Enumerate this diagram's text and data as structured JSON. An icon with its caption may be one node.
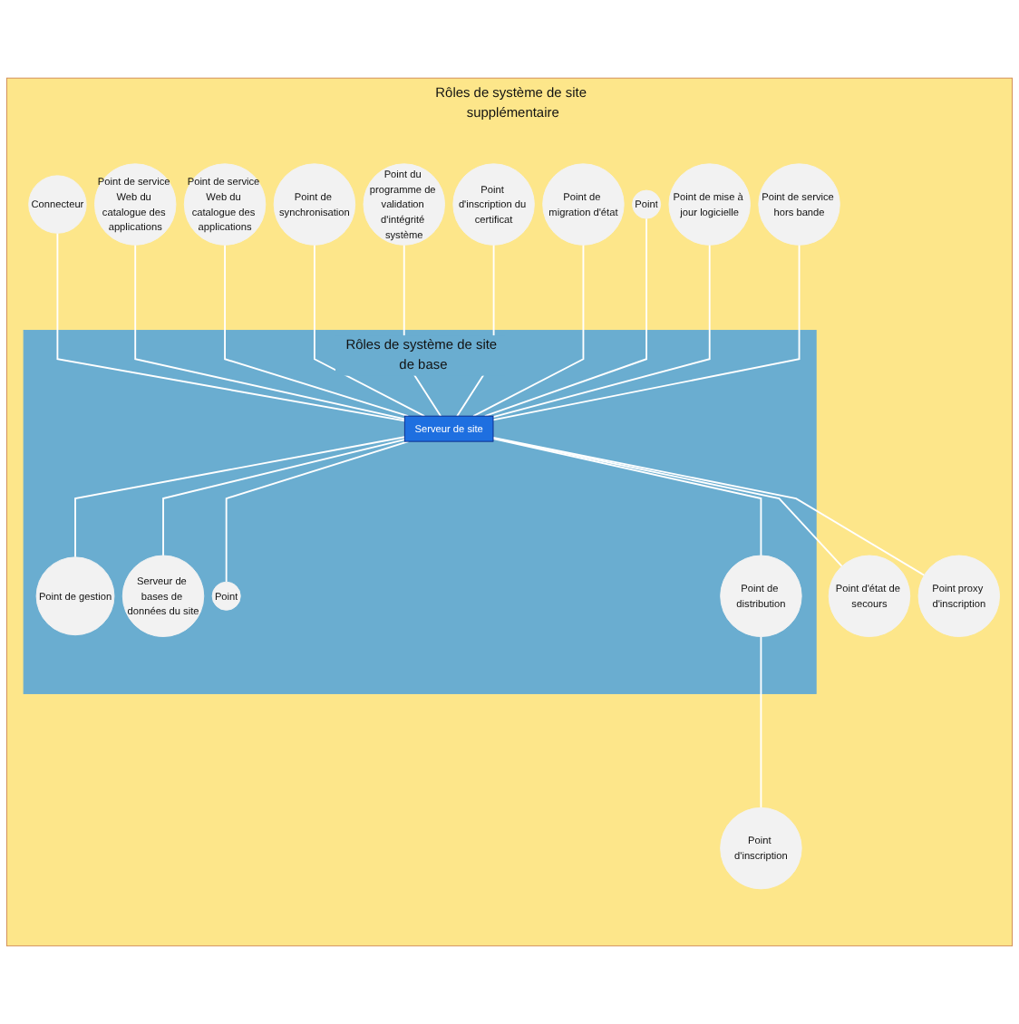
{
  "diagram": {
    "nodes": [
      {
        "text": [
          "Rôles de système de site supplémentaire"
        ]
      },
      {
        "text": [
          "Connecteur"
        ],
        "in": 0
      },
      {
        "text": [
          "Point de service Web du catalogue des applications"
        ],
        "in": 0
      },
      {
        "text": [
          "Point de service Web du catalogue des applications"
        ],
        "in": 0
      },
      {
        "text": [
          "Rôles de système de site de base"
        ],
        "in": 0
      },
      {
        "text": [
          "Point de synchronisation"
        ],
        "in": 0
      },
      {
        "text": [
          "Point du programme de validation d'intégrité système"
        ],
        "in": 0
      },
      {
        "text": [
          "Point de gestion"
        ],
        "in": 4
      },
      {
        "text": [
          "Serveur de bases de données du site"
        ],
        "in": 4
      },
      {
        "text": [
          "Point d'inscription du certificat"
        ],
        "in": 0
      },
      {
        "text": [
          "Point de migration d'état"
        ],
        "in": 0
      },
      {
        "text": [
          "Serveur de site"
        ],
        "in": 4
      },
      {
        "text": [
          "Point"
        ],
        "in": 0
      },
      {
        "text": [
          "Point"
        ],
        "in": 4
      },
      {
        "text": [
          "Point de distribution"
        ],
        "in": 4
      },
      {
        "text": [
          "Point de mise à jour logicielle"
        ],
        "in": 0
      },
      {
        "text": [
          "Point d'inscription"
        ],
        "in": 0
      },
      {
        "text": [
          "Point de service hors bande"
        ],
        "in": 0
      },
      {
        "text": [
          "Point d'état de secours"
        ],
        "in": 0
      },
      {
        "text": [
          "Point proxy d'inscription"
        ],
        "in": 0
      }
    ],
    "edges": [
      {
        "from": 1,
        "to": 11,
        "arrow": "none"
      },
      {
        "from": 2,
        "to": 11,
        "arrow": "none"
      },
      {
        "from": 3,
        "to": 11,
        "arrow": "none"
      },
      {
        "from": 5,
        "to": 11,
        "arrow": "none"
      },
      {
        "from": 6,
        "to": 11,
        "arrow": "none"
      },
      {
        "from": 9,
        "to": 11,
        "arrow": "none"
      },
      {
        "from": 10,
        "to": 11,
        "arrow": "none"
      },
      {
        "from": 12,
        "to": 11,
        "arrow": "none"
      },
      {
        "from": 15,
        "to": 11,
        "arrow": "none"
      },
      {
        "from": 17,
        "to": 11,
        "arrow": "none"
      },
      {
        "from": 11,
        "to": 7,
        "arrow": "none"
      },
      {
        "from": 11,
        "to": 8,
        "arrow": "none"
      },
      {
        "from": 11,
        "to": 13,
        "arrow": "none"
      },
      {
        "from": 11,
        "to": 14,
        "arrow": "none"
      },
      {
        "from": 11,
        "to": 18,
        "arrow": "none"
      },
      {
        "from": 11,
        "to": 19,
        "arrow": "none"
      },
      {
        "from": 14,
        "to": 16,
        "arrow": "none"
      }
    ]
  }
}
